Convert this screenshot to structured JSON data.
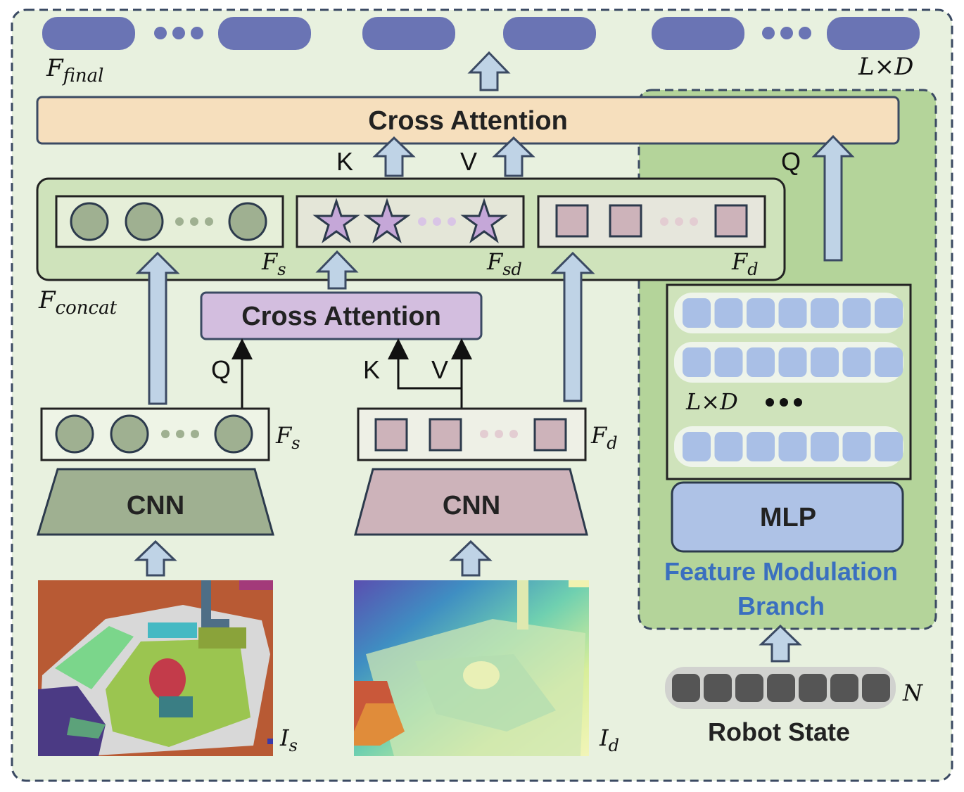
{
  "colors": {
    "background": "#e8f1df",
    "branch": "#b4d49a",
    "cross_attention_top": "#f6dfbd",
    "cross_attention_mid": "#d3bedf",
    "concat_box": "#cfe3bb",
    "sem_node": "#9fb091",
    "star": "#c5a7d8",
    "depth_node": "#cdb3ba",
    "cnn_sem": "#9fb091",
    "cnn_depth": "#cdb3ba",
    "mlp": "#aec2e6",
    "arrow_fill": "#bfd3e6",
    "token": "#6a74b4",
    "robot_token": "#555555",
    "branch_title": "#3a6fbf"
  },
  "output": {
    "label_main": "F",
    "label_sub": "final",
    "dims": "L×D"
  },
  "top_attention": {
    "title": "Cross Attention",
    "k": "K",
    "v": "V",
    "q": "Q"
  },
  "concat": {
    "label_main": "F",
    "label_sub": "concat",
    "fs_main": "F",
    "fs_sub": "s",
    "fsd_main": "F",
    "fsd_sub": "sd",
    "fd_main": "F",
    "fd_sub": "d"
  },
  "mid_attention": {
    "title": "Cross Attention",
    "q": "Q",
    "k": "K",
    "v": "V"
  },
  "semantic": {
    "feat_main": "F",
    "feat_sub": "s",
    "cnn": "CNN",
    "img_main": "I",
    "img_sub": "s",
    "img_icon": "segmentation-image-icon"
  },
  "depth": {
    "feat_main": "F",
    "feat_sub": "d",
    "cnn": "CNN",
    "img_main": "I",
    "img_sub": "d",
    "img_icon": "depth-image-icon"
  },
  "branch": {
    "dims": "L×D",
    "mlp": "MLP",
    "title_line1": "Feature Modulation",
    "title_line2": "Branch"
  },
  "robot": {
    "title": "Robot State",
    "n": "N"
  }
}
